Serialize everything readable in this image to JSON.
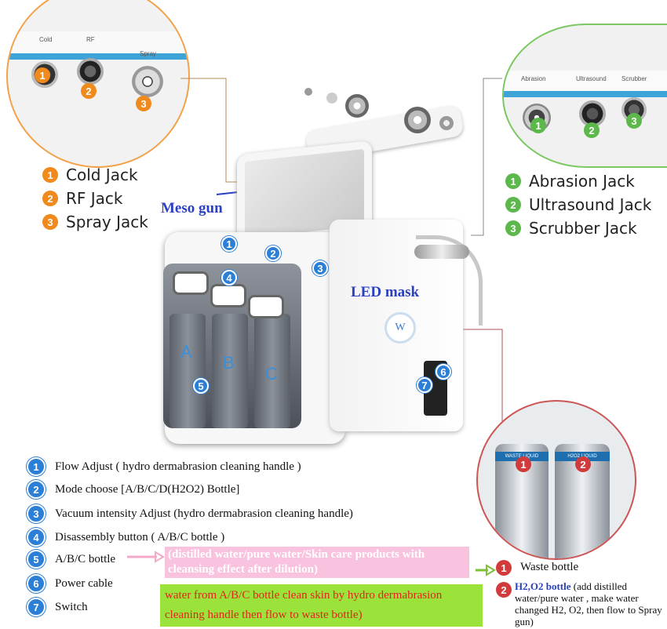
{
  "left_inset": {
    "labels": [
      "Cold",
      "RF",
      "Spray"
    ],
    "badges": [
      "1",
      "2",
      "3"
    ]
  },
  "right_inset": {
    "labels": [
      "Abrasion",
      "Ultrasound",
      "Scrubber"
    ],
    "badges": [
      "1",
      "2",
      "3"
    ]
  },
  "left_jacks": [
    {
      "num": "1",
      "label": "Cold Jack"
    },
    {
      "num": "2",
      "label": "RF Jack"
    },
    {
      "num": "3",
      "label": "Spray Jack"
    }
  ],
  "right_jacks": [
    {
      "num": "1",
      "label": "Abrasion Jack"
    },
    {
      "num": "2",
      "label": "Ultrasound Jack"
    },
    {
      "num": "3",
      "label": "Scrubber Jack"
    }
  ],
  "callouts": {
    "meso_gun": "Meso gun",
    "led_mask": "LED mask"
  },
  "machine": {
    "badges": [
      "1",
      "2",
      "3",
      "4",
      "5",
      "6",
      "7"
    ],
    "bottle_letters": [
      "A",
      "B",
      "C"
    ],
    "logo": "W"
  },
  "legend": [
    {
      "num": "1",
      "text": "Flow Adjust ( hydro dermabrasion cleaning handle )"
    },
    {
      "num": "2",
      "text": "Mode choose [A/B/C/D(H2O2) Bottle]"
    },
    {
      "num": "3",
      "text": "Vacuum intensity Adjust (hydro dermabrasion cleaning handle)"
    },
    {
      "num": "4",
      "text": "Disassembly button  ( A/B/C bottle )"
    },
    {
      "num": "5",
      "text": "A/B/C bottle"
    },
    {
      "num": "6",
      "text": "Power cable"
    },
    {
      "num": "7",
      "text": "Switch"
    }
  ],
  "pink_note": "(distilled water/pure water/Skin care products with cleansing effect after dilution)",
  "green_note": "water from A/B/C bottle clean skin by hydro dermabrasion cleaning handle then flow to waste bottle)",
  "bottom_right_inset": {
    "badges": [
      "1",
      "2"
    ],
    "bottle_labels": [
      "WASTE LIQUID",
      "H2O2 LIQUID"
    ]
  },
  "bottles_legend": {
    "waste": {
      "num": "1",
      "label": "Waste bottle"
    },
    "h2o2": {
      "num": "2",
      "title": "H2,O2 bottle",
      "text": " (add distilled water/pure water , make water changed H2, O2, then flow to Spray gun)"
    }
  },
  "colors": {
    "blue_badge": "#2c7fd6",
    "orange_badge": "#f08a1c",
    "green_badge": "#5cb84a",
    "red_badge": "#d23b3b",
    "pink_note_bg": "#f9c3e0",
    "green_note_bg": "#9be33a",
    "note_text": "#e0261b"
  }
}
